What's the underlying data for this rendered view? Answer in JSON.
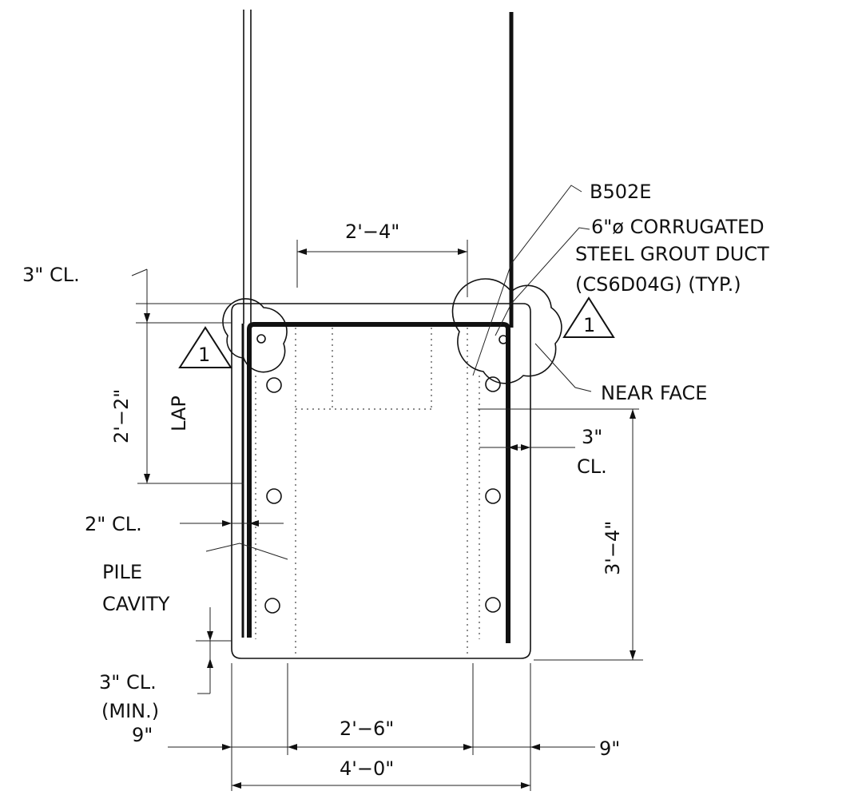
{
  "labels": {
    "dim_top": "2'−4\"",
    "b502e": "B502E",
    "duct_line1": "6\"ø CORRUGATED",
    "duct_line2": "STEEL GROUT DUCT",
    "duct_line3": "(CS6D04G) (TYP.)",
    "cl_top_left": "3\" CL.",
    "lap_dim": "2'−2\"",
    "lap": "LAP",
    "rev_mark_left": "1",
    "rev_mark_right": "1",
    "near_face": "NEAR FACE",
    "cl_right_1": "3\"",
    "cl_right_2": "CL.",
    "dim_right": "3'−4\"",
    "cl_2in": "2\" CL.",
    "pile_cavity_1": "PILE",
    "pile_cavity_2": "CAVITY",
    "cl_min_1": "3\" CL.",
    "cl_min_2": "(MIN.)",
    "dim_left_9": "9\"",
    "dim_right_9": "9\"",
    "dim_inner": "2'−6\"",
    "dim_overall": "4'−0\""
  }
}
